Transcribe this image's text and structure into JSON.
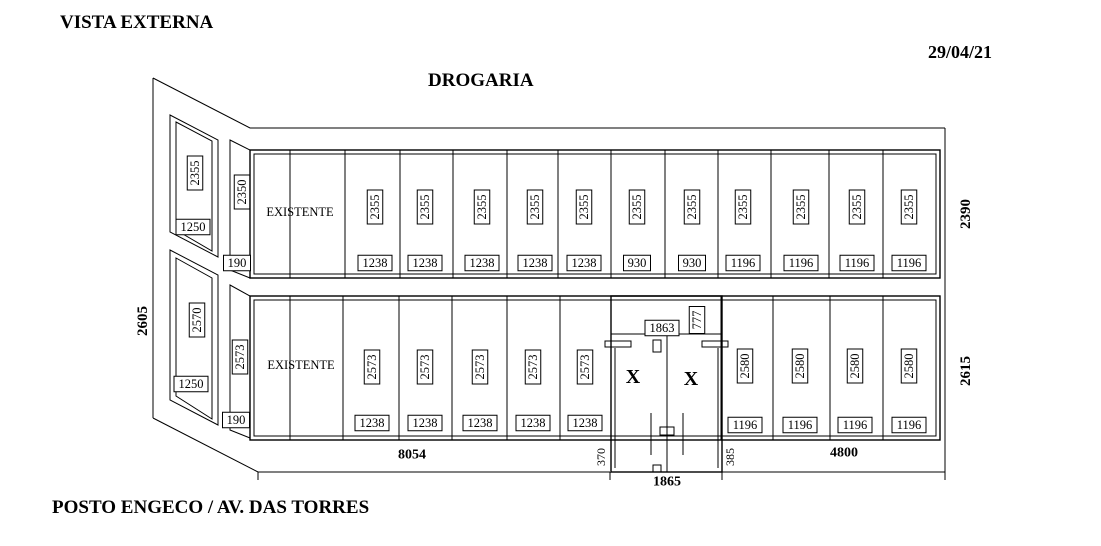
{
  "header": {
    "view_title": "VISTA EXTERNA",
    "date": "29/04/21",
    "store_name": "DROGARIA"
  },
  "footer": {
    "location": "POSTO ENGECO / AV. DAS TORRES"
  },
  "overall_dimensions": {
    "side_height": "2605",
    "right_top_height": "2390",
    "right_bottom_height": "2615",
    "bottom_left_width": "8054",
    "bottom_right_width": "4800",
    "door_width": "1865",
    "door_left_edge": "370",
    "door_right_edge": "385"
  },
  "side_panels": {
    "outer_top": {
      "height": "2355",
      "width": "1250"
    },
    "outer_bottom": {
      "height": "2570",
      "width": "1250"
    },
    "inner_top": {
      "height": "2350",
      "width": "190"
    },
    "inner_bottom": {
      "height": "2573",
      "width": "190"
    }
  },
  "top_row": {
    "existing_label": "EXISTENTE",
    "panels": [
      {
        "height": "2355",
        "width": "1238"
      },
      {
        "height": "2355",
        "width": "1238"
      },
      {
        "height": "2355",
        "width": "1238"
      },
      {
        "height": "2355",
        "width": "1238"
      },
      {
        "height": "2355",
        "width": "1238"
      },
      {
        "height": "2355",
        "width": "930"
      },
      {
        "height": "2355",
        "width": "930"
      },
      {
        "height": "2355",
        "width": "1196"
      },
      {
        "height": "2355",
        "width": "1196"
      },
      {
        "height": "2355",
        "width": "1196"
      },
      {
        "height": "2355",
        "width": "1196"
      }
    ]
  },
  "bottom_row": {
    "existing_label": "EXISTENTE",
    "panels_left": [
      {
        "height": "2573",
        "width": "1238"
      },
      {
        "height": "2573",
        "width": "1238"
      },
      {
        "height": "2573",
        "width": "1238"
      },
      {
        "height": "2573",
        "width": "1238"
      },
      {
        "height": "2573",
        "width": "1238"
      }
    ],
    "door": {
      "opening_width": "1863",
      "transom_height": "777",
      "leaf_marks": [
        "X",
        "X"
      ]
    },
    "panels_right": [
      {
        "height": "2580",
        "width": "1196"
      },
      {
        "height": "2580",
        "width": "1196"
      },
      {
        "height": "2580",
        "width": "1196"
      },
      {
        "height": "2580",
        "width": "1196"
      }
    ]
  }
}
